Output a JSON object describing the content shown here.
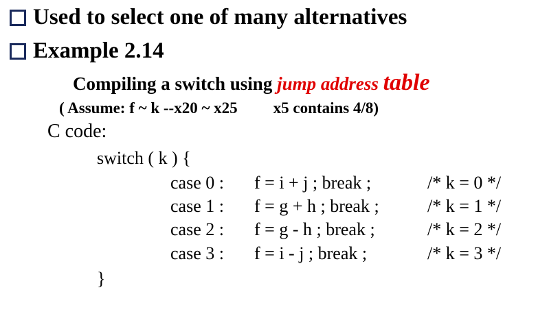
{
  "bullets": [
    "Used to select one of many alternatives",
    "Example 2.14"
  ],
  "subtitle": {
    "prefix": "Compiling a switch using ",
    "highlight_italic": "jump address",
    "highlight_big": "table"
  },
  "assume": {
    "left": "( Assume: f ~ k --x20 ~ x25",
    "right": "x5 contains 4/8)"
  },
  "c_code_label": "C code:",
  "code": {
    "switch_line": "switch ( k )  {",
    "cases": [
      {
        "label": "case  0 :",
        "stmt": "f  =  i  +  j ;  break ;",
        "comment": "/*  k  =  0  */"
      },
      {
        "label": "case  1 :",
        "stmt": "f  =  g +  h ;  break ;",
        "comment": "/*  k  =  1  */"
      },
      {
        "label": "case  2 :",
        "stmt": "f  =  g  -  h ;  break ;",
        "comment": "/*  k  =  2  */"
      },
      {
        "label": "case  3 :",
        "stmt": "f  =  i  -  j ;  break ;",
        "comment": "/*  k  =  3  */"
      }
    ],
    "close_brace": "}"
  },
  "colors": {
    "bullet_border": "#1a2a5c",
    "highlight": "#e00000"
  }
}
